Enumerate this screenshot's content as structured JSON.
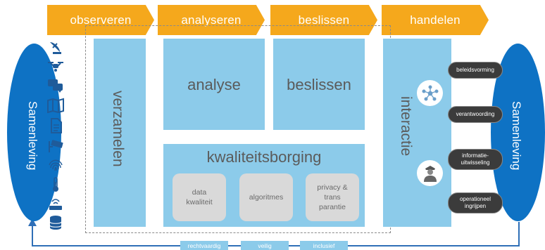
{
  "phases": [
    "observeren",
    "analyseren",
    "beslissen",
    "handelen"
  ],
  "left_ellipse": "Samenleving",
  "right_ellipse": "Samenleving",
  "panels": {
    "verzamelen": "verzamelen",
    "analyse": "analyse",
    "beslissen": "beslissen",
    "kwaliteitsborging": "kwaliteitsborging",
    "interactie": "interactie"
  },
  "quality_items": [
    {
      "line1": "data",
      "line2": "kwaliteit",
      "line3": ""
    },
    {
      "line1": "algoritmes",
      "line2": "",
      "line3": ""
    },
    {
      "line1": "privacy &",
      "line2": "trans",
      "line3": "parantie"
    }
  ],
  "pills": [
    {
      "line1": "beleidsvorming",
      "line2": ""
    },
    {
      "line1": "verantwoording",
      "line2": ""
    },
    {
      "line1": "informatie-",
      "line2": "uitwisseling"
    },
    {
      "line1": "operationeel",
      "line2": "ingrijpen"
    }
  ],
  "bottom_labels": [
    "rechtvaardig",
    "veilig",
    "inclusief"
  ],
  "sensor_icons": [
    "satellite-dish-icon",
    "drone-icon",
    "chat-icon",
    "map-icon",
    "document-icon",
    "camera-icon",
    "fingerprint-icon",
    "thermometer-icon",
    "router-icon",
    "database-icon"
  ],
  "interaction_icons": [
    "network-icon",
    "police-officer-icon"
  ],
  "colors": {
    "chevron": "#f5a81c",
    "panel": "#8ccbea",
    "ellipse": "#0e72c4",
    "pill": "#3b3b3b",
    "inner_box": "#d9d9d9",
    "loop_line": "#2f6fb7"
  }
}
